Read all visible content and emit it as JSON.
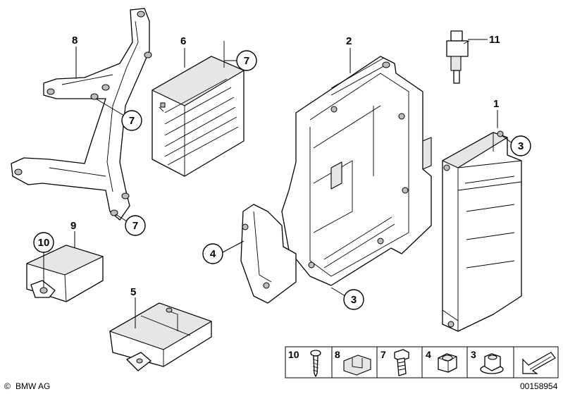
{
  "callouts": {
    "part_8": "8",
    "part_6": "6",
    "part_2": "2",
    "part_11": "11",
    "part_1": "1",
    "part_9": "9",
    "part_5": "5",
    "circle_7_top": "7",
    "circle_7_bracket": "7",
    "circle_7_bottom": "7",
    "circle_3_right": "3",
    "circle_3_bottom": "3",
    "circle_4": "4",
    "circle_10": "10"
  },
  "legend": {
    "items": [
      {
        "number": "10",
        "icon": "screw-icon"
      },
      {
        "number": "8",
        "icon": "clip-icon"
      },
      {
        "number": "7",
        "icon": "bolt-icon"
      },
      {
        "number": "4",
        "icon": "nut-icon"
      },
      {
        "number": "3",
        "icon": "flange-nut-icon"
      }
    ],
    "arrow_icon": "arrow-icon"
  },
  "footer": {
    "brand": "BMW AG",
    "copyright_symbol": "©",
    "diagram_id": "00158954"
  },
  "colors": {
    "line": "#000000",
    "fill": "#ffffff",
    "shade": "#e6e6e6"
  }
}
